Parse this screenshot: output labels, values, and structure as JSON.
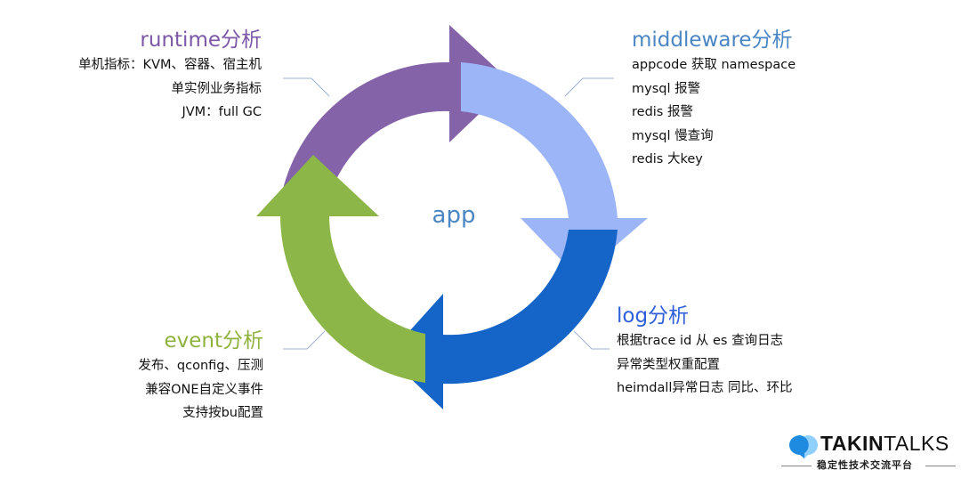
{
  "center_label": "app",
  "colors": {
    "runtime": "#8463a8",
    "middleware": "#9cb5f7",
    "log": "#1565c8",
    "event": "#8db648",
    "runtime_title": "#7b57a6",
    "middleware_title": "#4a86c4",
    "log_title": "#2f5fd8",
    "event_title": "#8fb23f",
    "center": "#4a86c4",
    "leader": "#9bb0d2"
  },
  "sections": {
    "runtime": {
      "title": "runtime分析",
      "items": [
        "单机指标：KVM、容器、宿主机",
        "单实例业务指标",
        "JVM：full GC"
      ]
    },
    "middleware": {
      "title": "middleware分析",
      "items": [
        "appcode 获取 namespace",
        "mysql 报警",
        "redis 报警",
        "mysql 慢查询",
        "redis 大key"
      ]
    },
    "log": {
      "title": "log分析",
      "items": [
        "根据trace id 从 es 查询日志",
        "异常类型权重配置",
        "heimdall异常日志 同比、环比"
      ]
    },
    "event": {
      "title": "event分析",
      "items": [
        "发布、qconfig、压测",
        "兼容ONE自定义事件",
        "支持按bu配置"
      ]
    }
  },
  "brand": {
    "name_bold": "TAKIN",
    "name_light": "TALKS",
    "tagline": "稳定性技术交流平台",
    "icon": "speech-bubble-logo-icon",
    "colors": {
      "primary": "#1e8be0",
      "secondary": "#8fd0ff"
    }
  }
}
